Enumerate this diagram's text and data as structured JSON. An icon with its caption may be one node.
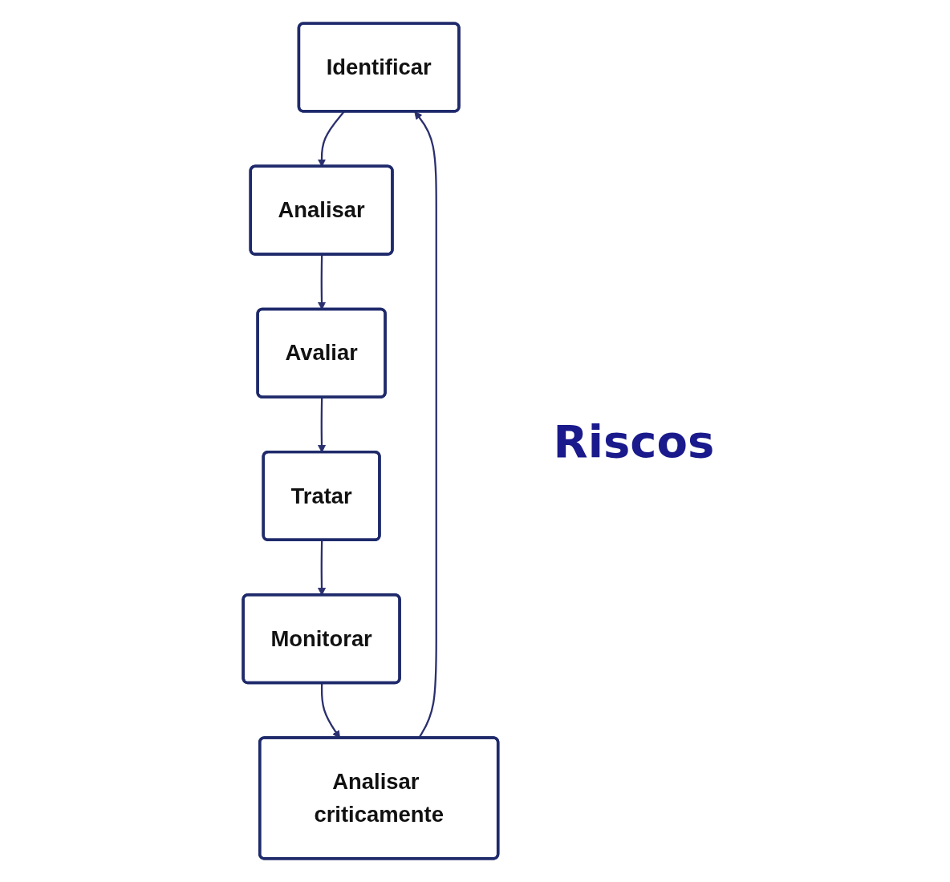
{
  "diagram": {
    "nodes": [
      {
        "text": [
          "Identificar"
        ]
      },
      {
        "text": [
          "Analisar"
        ]
      },
      {
        "text": [
          "Avaliar"
        ]
      },
      {
        "text": [
          "Tratar"
        ]
      },
      {
        "text": [
          "Monitorar"
        ]
      },
      {
        "text": [
          "Analisar criticamente"
        ]
      }
    ],
    "edges": [
      {
        "from": 0,
        "to": 1,
        "arrow": "to"
      },
      {
        "from": 1,
        "to": 2,
        "arrow": "to"
      },
      {
        "from": 2,
        "to": 3,
        "arrow": "to"
      },
      {
        "from": 3,
        "to": 4,
        "arrow": "to"
      },
      {
        "from": 4,
        "to": 5,
        "arrow": "to"
      },
      {
        "from": 5,
        "to": 0,
        "arrow": "to"
      }
    ],
    "labels": [
      "Riscos"
    ]
  }
}
